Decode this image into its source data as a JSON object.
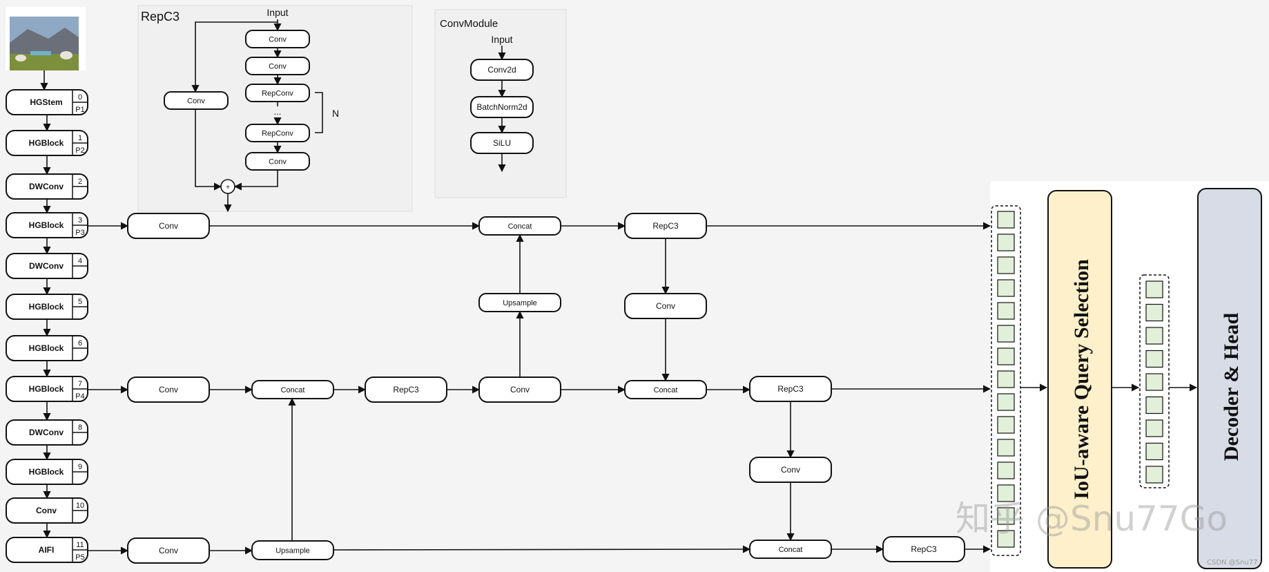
{
  "backbone": [
    {
      "label": "HGStem",
      "index": "0",
      "level": "P1"
    },
    {
      "label": "HGBlock",
      "index": "1",
      "level": "P2"
    },
    {
      "label": "DWConv",
      "index": "2",
      "level": ""
    },
    {
      "label": "HGBlock",
      "index": "3",
      "level": "P3"
    },
    {
      "label": "DWConv",
      "index": "4",
      "level": ""
    },
    {
      "label": "HGBlock",
      "index": "5",
      "level": ""
    },
    {
      "label": "HGBlock",
      "index": "6",
      "level": ""
    },
    {
      "label": "HGBlock",
      "index": "7",
      "level": "P4"
    },
    {
      "label": "DWConv",
      "index": "8",
      "level": ""
    },
    {
      "label": "HGBlock",
      "index": "9",
      "level": ""
    },
    {
      "label": "Conv",
      "index": "10",
      "level": ""
    },
    {
      "label": "AIFI",
      "index": "11",
      "level": "P5"
    }
  ],
  "repc3_panel": {
    "title": "RepC3",
    "input": "Input",
    "branch": "Conv",
    "main": [
      "Conv",
      "Conv",
      "RepConv",
      "...",
      "RepConv",
      "Conv"
    ],
    "repeat": "N",
    "sum": "+"
  },
  "convmodule_panel": {
    "title": "ConvModule",
    "input": "Input",
    "layers": [
      "Conv2d",
      "BatchNorm2d",
      "SiLU"
    ]
  },
  "neck": {
    "p3_conv": "Conv",
    "p3_concat": "Concat",
    "p3_repc3": "RepC3",
    "down1_conv": "Conv",
    "up1": "Upsample",
    "p4_conv": "Conv",
    "p4_concat": "Concat",
    "p4_repc3": "RepC3",
    "p4_conv2": "Conv",
    "p4_concat2": "Concat",
    "p4_repc3b": "RepC3",
    "down2_conv": "Conv",
    "p5_conv": "Conv",
    "p5_up": "Upsample",
    "p5_concat": "Concat",
    "p5_repc3": "RepC3"
  },
  "head": {
    "query_selection": "IoU-aware Query Selection",
    "decoder": "Decoder & Head",
    "feature_cells": 15,
    "query_cells": 9
  },
  "watermark": {
    "main": "知乎 @Snu77Go",
    "corner": "CSDN @Snu77"
  },
  "colors": {
    "query_selection_fill": "#fdf0cb",
    "decoder_fill": "#d7dce6",
    "cell_fill": "#e2efd9"
  }
}
